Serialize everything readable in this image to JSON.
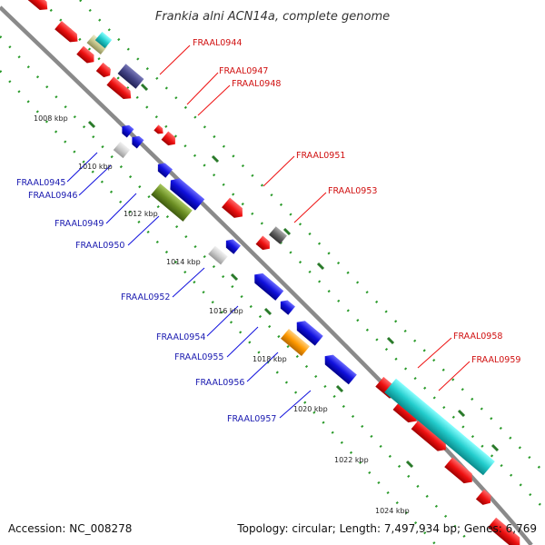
{
  "title": "Frankia alni ACN14a, complete genome",
  "footer": {
    "accession": "Accession: NC_008278",
    "topology": "Topology: circular; Length: 7,497,934 bp; Genes: 6,769"
  },
  "colors": {
    "backbone": "#8a8a8a",
    "grid_dots": "#2a9a2a",
    "forward_gene": "#ee1111",
    "reverse_gene": "#1111dd",
    "forward_label": "#d01010",
    "reverse_label": "#1a1ab0",
    "cyan": "#22cccc",
    "olive": "#6b8e23",
    "orange": "#ff9900",
    "gray": "#666666",
    "light_gray": "#cccccc",
    "slate": "#444488",
    "khaki": "#c8c890"
  },
  "kbp_ticks": [
    "1008 kbp",
    "1010 kbp",
    "1012 kbp",
    "1014 kbp",
    "1016 kbp",
    "1018 kbp",
    "1020 kbp",
    "1022 kbp",
    "1024 kbp"
  ],
  "forward_labels": [
    "FRAAL0944",
    "FRAAL0947",
    "FRAAL0948",
    "FRAAL0951",
    "FRAAL0953",
    "FRAAL0958",
    "FRAAL0959"
  ],
  "reverse_labels": [
    "FRAAL0945",
    "FRAAL0946",
    "FRAAL0949",
    "FRAAL0950",
    "FRAAL0952",
    "FRAAL0954",
    "FRAAL0955",
    "FRAAL0956",
    "FRAAL0957"
  ]
}
